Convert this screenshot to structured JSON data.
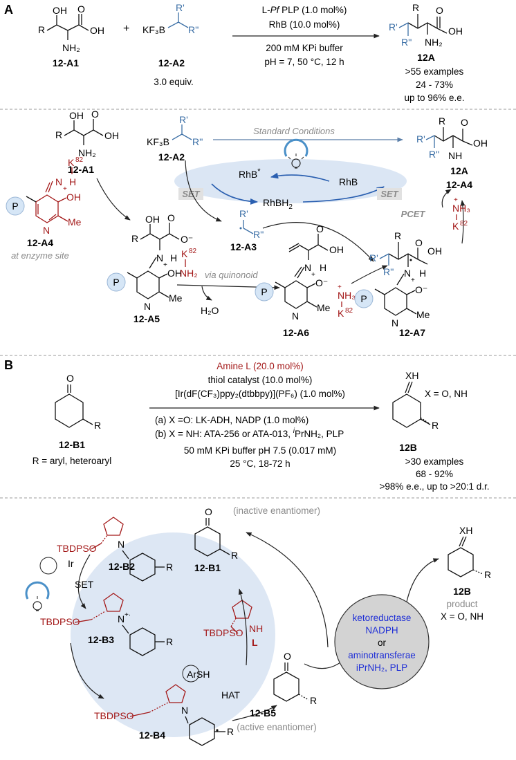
{
  "panel_a": {
    "letter": "A",
    "reaction": {
      "sm1_label": "12-A1",
      "sm2_label": "12-A2",
      "sm2_equiv": "3.0 equiv.",
      "plus": "+",
      "cond1_pre": "L-",
      "cond1_it": "Pf",
      "cond1_post": " PLP (1.0 mol%)",
      "cond2": "RhB (10.0 mol%)",
      "cond3": "200 mM KPi buffer",
      "cond4": "pH = 7, 50 °C, 12 h",
      "product_label": "12A",
      "result1": ">55 examples",
      "result2": "24 - 73%",
      "result3": "up to 96% e.e."
    },
    "mechanism": {
      "standard_conditions": "Standard Conditions",
      "set_left": "SET",
      "set_right": "SET",
      "pcet": "PCET",
      "rhb_star": "RhB",
      "star": "*",
      "rhb": "RhB",
      "rhbh2": "RhBH",
      "via_quinonoid": "via quinonoid",
      "h2o": "H₂O",
      "at_enzyme_site": "at enzyme site",
      "labels": [
        "12-A1",
        "12-A2",
        "12A",
        "12-A4",
        "12-A4",
        "12-A3",
        "12-A5",
        "12-A6",
        "12-A7"
      ]
    }
  },
  "panel_b": {
    "letter": "B",
    "reaction": {
      "sm_label": "12-B1",
      "r_def": "R = aryl, heteroaryl",
      "cond1": "Amine L (20.0 mol%)",
      "cond2": "thiol catalyst (10.0 mol%)",
      "cond3": "[Ir(dF(CF₃)ppy₂(dtbbpy)](PF₆) (1.0 mol%)",
      "cond4": "(a) X =O: LK-ADH, NADP (1.0 mol%)",
      "cond5_pre": "(b) X = NH: ATA-256  or ATA-013, ",
      "cond5_sup": "i",
      "cond5_post": "PrNH₂, PLP",
      "cond6": "50 mM KPi buffer pH 7.5 (0.017 mM)",
      "cond7": "25 °C, 18-72 h",
      "product_label": "12B",
      "x_def": "X = O, NH",
      "result1": ">30 examples",
      "result2": "68 - 92%",
      "result3": ">98% e.e., up to >20:1 d.r."
    },
    "cycle": {
      "inactive": "(inactive enantiomer)",
      "active": "(active enantiomer)",
      "b1": "12-B1",
      "b2": "12-B2",
      "b3": "12-B3",
      "b4": "12-B4",
      "b5": "12-B5",
      "product_label": "12B",
      "product_word": "product",
      "x_def": "X = O, NH",
      "ir": "Ir",
      "set": "SET",
      "arsh": "ArSH",
      "hat": "HAT",
      "tbdpso": "TBDPSO",
      "amine_l": "L",
      "enzyme1": "ketoreductase",
      "enzyme2": "NADPH",
      "enzyme_or": "or",
      "enzyme3": "aminotransferae",
      "enzyme4": "iPrNH₂, PLP"
    }
  },
  "colors": {
    "blue": "#3a6ea5",
    "red": "#a31818",
    "gray": "#8a8a8a",
    "cycle_bg": "#dde7f4",
    "enzyme_bg": "#d3d3d3",
    "enzyme_blue": "#1f2fd6"
  }
}
